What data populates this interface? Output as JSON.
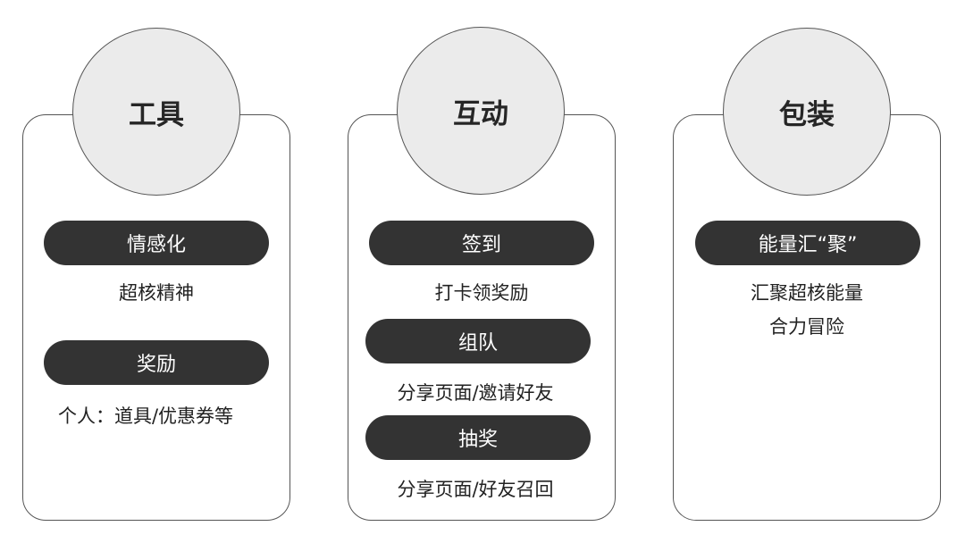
{
  "columns": [
    {
      "title": "工具",
      "items": [
        {
          "label": "情感化",
          "desc": [
            "超核精神"
          ]
        },
        {
          "label": "奖励",
          "desc": [
            "个人：道具/优惠券等"
          ]
        }
      ]
    },
    {
      "title": "互动",
      "items": [
        {
          "label": "签到",
          "desc": [
            "打卡领奖励"
          ]
        },
        {
          "label": "组队",
          "desc": [
            "分享页面/邀请好友"
          ]
        },
        {
          "label": "抽奖",
          "desc": [
            "分享页面/好友召回"
          ]
        }
      ]
    },
    {
      "title": "包装",
      "items": [
        {
          "label": "能量汇“聚”",
          "desc": [
            "汇聚超核能量",
            "合力冒险"
          ]
        }
      ]
    }
  ]
}
